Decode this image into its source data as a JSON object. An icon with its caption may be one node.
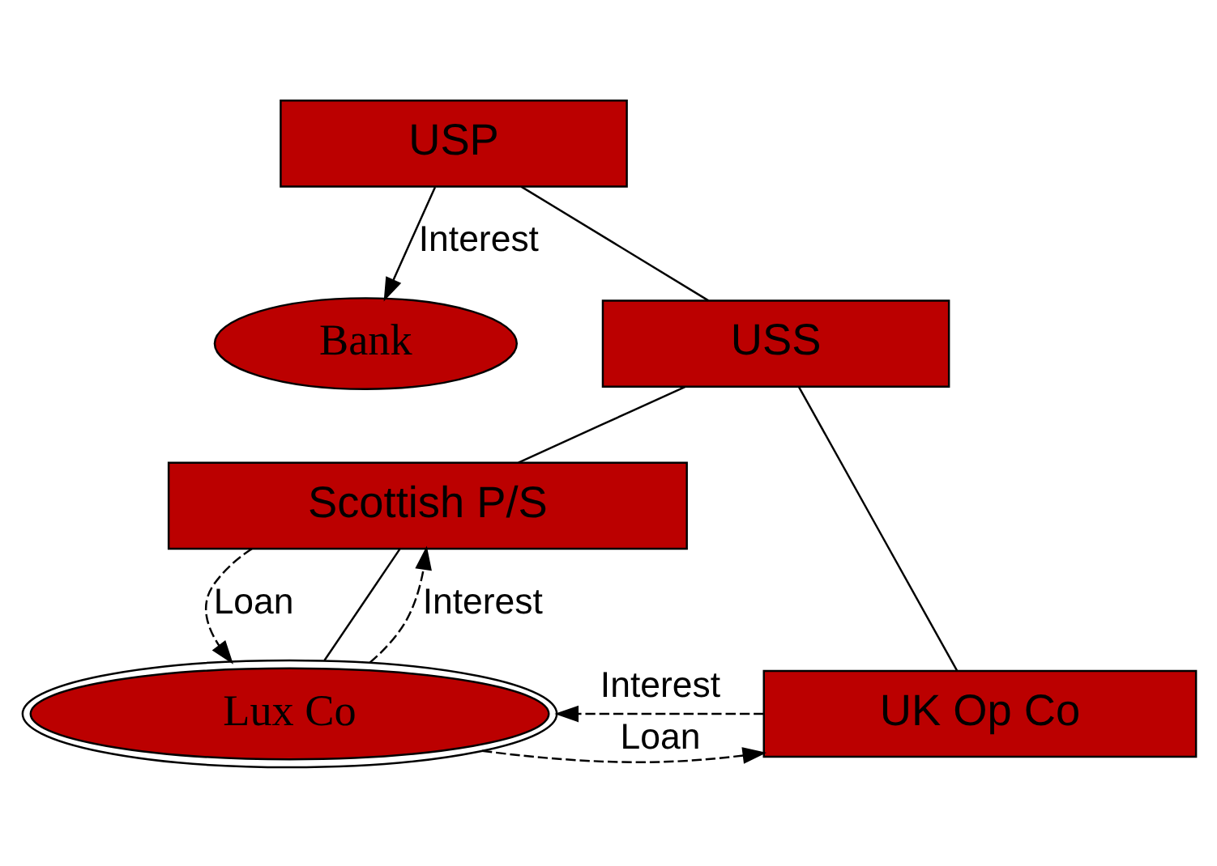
{
  "diagram": {
    "nodes": [
      {
        "text": [
          "USP"
        ]
      },
      {
        "text": [
          "Bank"
        ]
      },
      {
        "text": [
          "USS"
        ]
      },
      {
        "text": [
          "Scottish P/S"
        ]
      },
      {
        "text": [
          "Lux Co"
        ]
      },
      {
        "text": [
          "UK Op Co"
        ]
      }
    ],
    "edges": [
      {
        "from": 0,
        "to": 1,
        "arrow": "to",
        "label": "Interest"
      },
      {
        "from": 0,
        "to": 2,
        "arrow": "none"
      },
      {
        "from": 2,
        "to": 3,
        "arrow": "none"
      },
      {
        "from": 2,
        "to": 5,
        "arrow": "none"
      },
      {
        "from": 3,
        "to": 4,
        "arrow": "to",
        "label": "Loan",
        "style": "dashed"
      },
      {
        "from": 3,
        "to": 4,
        "arrow": "none"
      },
      {
        "from": 4,
        "to": 3,
        "arrow": "to",
        "label": "Interest",
        "style": "dashed"
      },
      {
        "from": 4,
        "to": 5,
        "arrow": "to",
        "label": "Loan",
        "style": "dashed"
      },
      {
        "from": 5,
        "to": 4,
        "arrow": "to",
        "label": "Interest",
        "style": "dashed"
      }
    ]
  }
}
